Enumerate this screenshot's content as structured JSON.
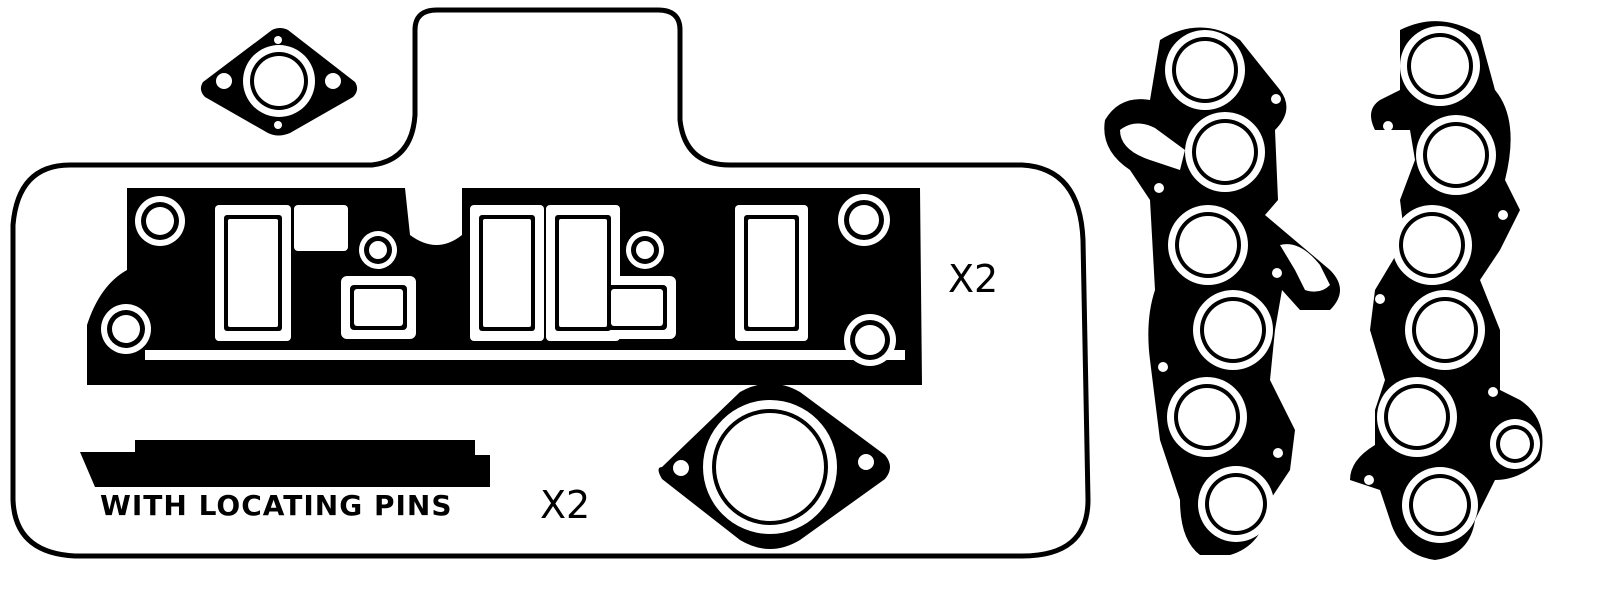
{
  "labels": {
    "quantity_top": "X2",
    "pins_note": "WITH LOCATING PINS",
    "quantity_bottom": "X2"
  },
  "colors": {
    "ink": "#000000",
    "paper": "#ffffff"
  }
}
